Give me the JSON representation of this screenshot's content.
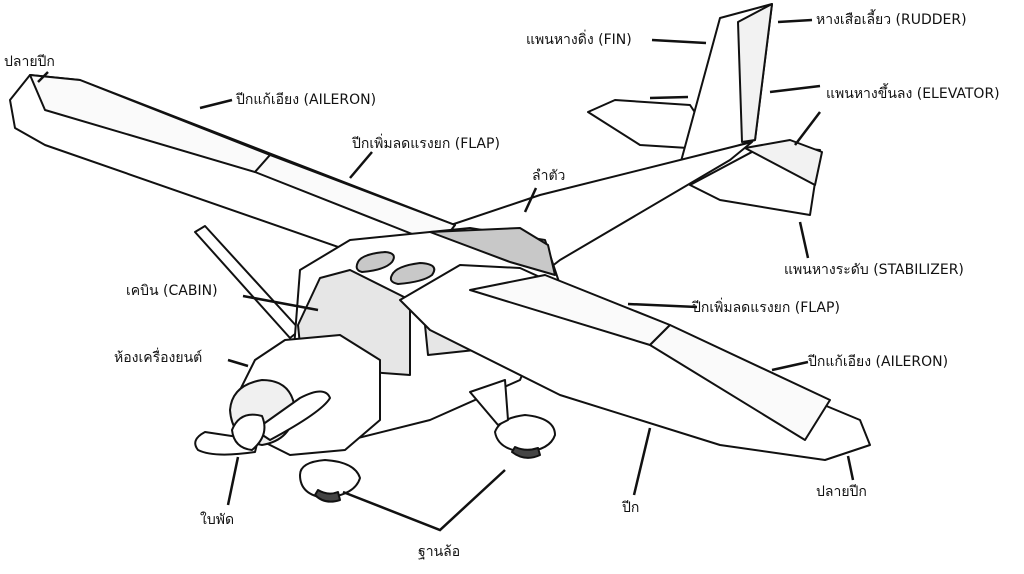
{
  "labels": {
    "wingtip_left": "ปลายปีก",
    "aileron_left": "ปีกแก้เอียง (AILERON)",
    "flap_left": "ปีกเพิ่มลดแรงยก (FLAP)",
    "fuselage": "ลำตัว",
    "fin": "แพนหางดิ่ง (FIN)",
    "rudder": "หางเสือเลี้ยว (RUDDER)",
    "elevator": "แพนหางขึ้นลง (ELEVATOR)",
    "stabilizer": "แพนหางระดับ (STABILIZER)",
    "cabin": "เคบิน (CABIN)",
    "flap_right": "ปีกเพิ่มลดแรงยก (FLAP)",
    "engine": "ห้องเครื่องยนต์",
    "aileron_right": "ปีกแก้เอียง (AILERON)",
    "propeller": "ใบพัด",
    "wing": "ปีก",
    "wingtip_right": "ปลายปีก",
    "landing_gear": "ฐานล้อ"
  },
  "colors": {
    "outline": "#111111",
    "fill": "#ffffff",
    "shade": "#c8c8c8",
    "glass": "#e6e6e6"
  }
}
